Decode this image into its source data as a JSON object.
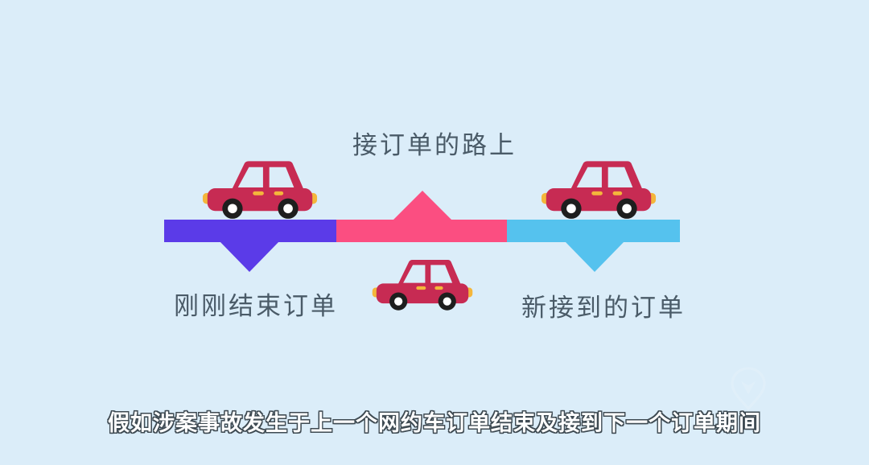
{
  "colors": {
    "background": "#DBEDF9",
    "segment_finished": "#5B3BE8",
    "segment_enroute": "#FB4E81",
    "segment_new": "#55C2EE",
    "car_body": "#C72B53",
    "car_wheel": "#1E1E1E",
    "car_wheel_hub": "#FFFFFF",
    "car_accent": "#F4B63B",
    "label_text": "#4A5B68",
    "subtitle_fill": "#FFFFFF",
    "subtitle_outline": "#3E4A52"
  },
  "title": "接订单的路上",
  "timeline": {
    "left_label": "刚刚结束订单",
    "right_label": "新接到的订单",
    "segments": [
      {
        "name": "just-finished-order",
        "marker": "down-arrow"
      },
      {
        "name": "on-the-way-to-pick-up-order",
        "marker": "up-arrow"
      },
      {
        "name": "newly-received-order",
        "marker": "down-arrow"
      }
    ]
  },
  "subtitle": "假如涉案事故发生于上一个网约车订单结束及接到下一个订单期间",
  "icons": {
    "car": "car-icon",
    "watermark": "pin-watermark-icon"
  }
}
